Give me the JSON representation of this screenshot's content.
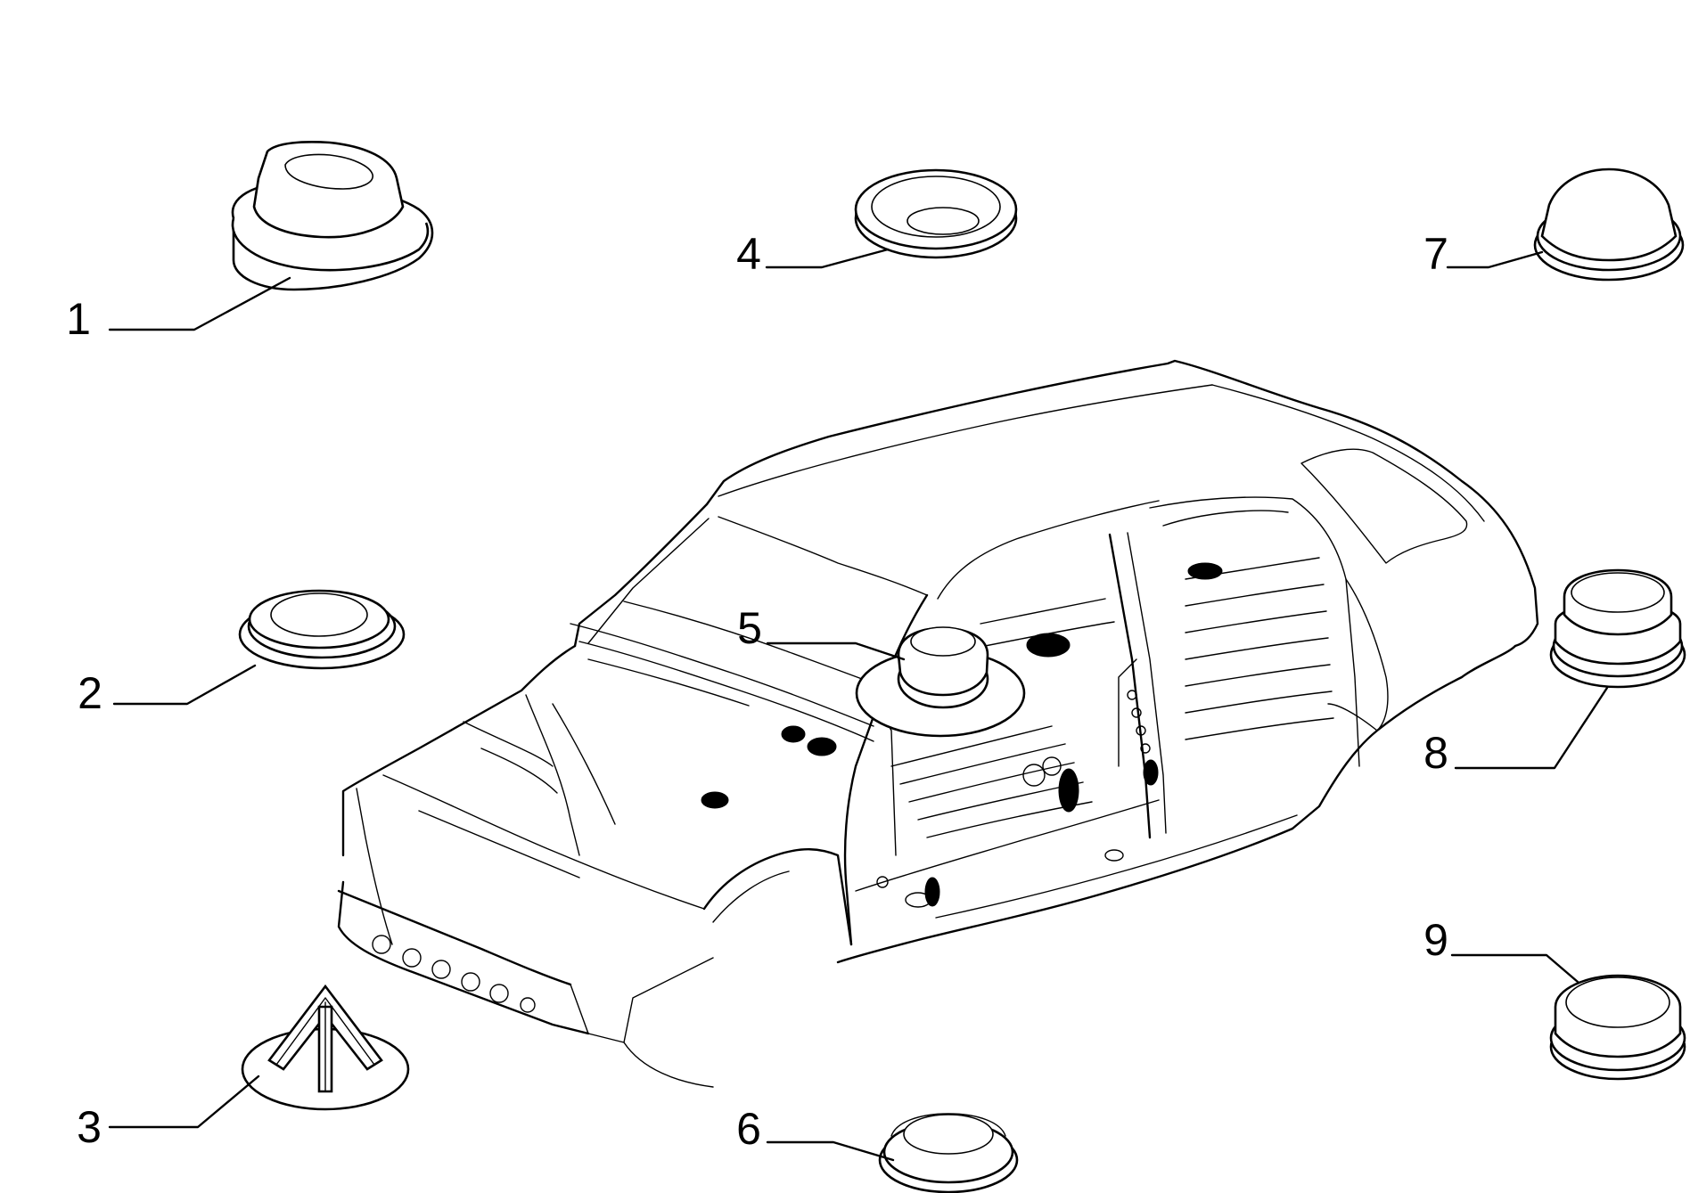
{
  "callouts": [
    {
      "id": "1",
      "label": "1",
      "part": "oval stepped plug"
    },
    {
      "id": "2",
      "label": "2",
      "part": "round flat plug"
    },
    {
      "id": "3",
      "label": "3",
      "part": "arrow clip"
    },
    {
      "id": "4",
      "label": "4",
      "part": "open grommet"
    },
    {
      "id": "5",
      "label": "5",
      "part": "flanged grommet"
    },
    {
      "id": "6",
      "label": "6",
      "part": "low round plug"
    },
    {
      "id": "7",
      "label": "7",
      "part": "domed plug"
    },
    {
      "id": "8",
      "label": "8",
      "part": "double stepped plug"
    },
    {
      "id": "9",
      "label": "9",
      "part": "thick round plug"
    }
  ]
}
